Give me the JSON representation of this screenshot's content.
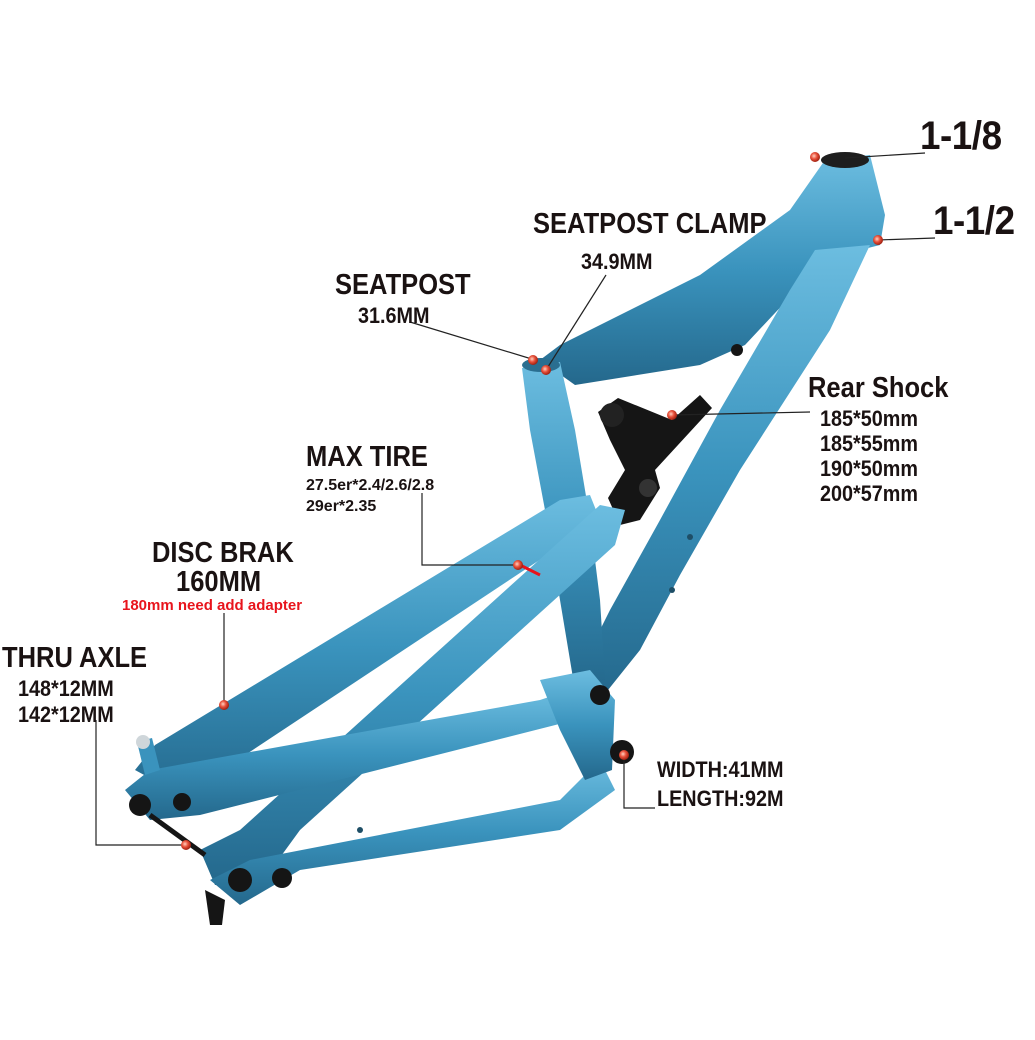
{
  "headtube": {
    "top_label": "1-1/8",
    "bottom_label": "1-1/2"
  },
  "seatpost_clamp": {
    "title": "SEATPOST CLAMP",
    "value": "34.9MM"
  },
  "seatpost": {
    "title": "SEATPOST",
    "value": "31.6MM"
  },
  "rear_shock": {
    "title": "Rear Shock",
    "sizes": [
      "185*50mm",
      "185*55mm",
      "190*50mm",
      "200*57mm"
    ]
  },
  "max_tire": {
    "title": "MAX TIRE",
    "line1": "27.5er*2.4/2.6/2.8",
    "line2": "29er*2.35"
  },
  "disc_brake": {
    "title": "DISC BRAK",
    "value": "160MM",
    "note": "180mm  need add adapter"
  },
  "thru_axle": {
    "title": "THRU AXLE",
    "line1": "148*12MM",
    "line2": "142*12MM"
  },
  "bottom_bracket": {
    "width": "WIDTH:41MM",
    "length": "LENGTH:92M"
  },
  "colors": {
    "frame": "#3a93bd",
    "frame_light": "#5fb3d8",
    "frame_dark": "#27739a",
    "text": "#1a1212",
    "note": "#e8141c",
    "dot": "#e0503a"
  }
}
